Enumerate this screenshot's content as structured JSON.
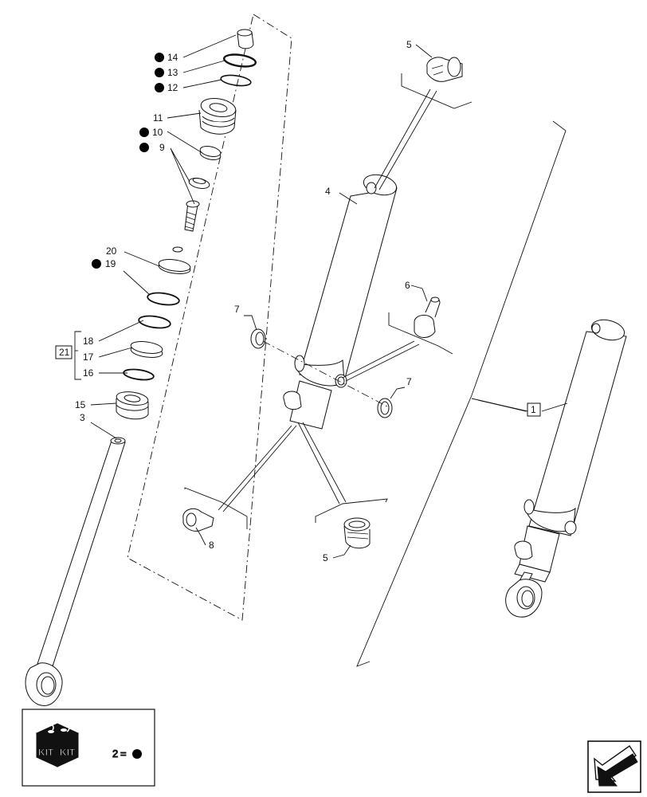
{
  "callouts": {
    "c1": "1",
    "c2": "2",
    "c3": "3",
    "c4": "4",
    "c5a": "5",
    "c5b": "5",
    "c6": "6",
    "c7a": "7",
    "c7b": "7",
    "c8": "8",
    "c9": "9",
    "c10": "10",
    "c11": "11",
    "c12": "12",
    "c13": "13",
    "c14": "14",
    "c15": "15",
    "c16": "16",
    "c17": "17",
    "c18": "18",
    "c19": "19",
    "c20": "20",
    "c21": "21"
  },
  "kit_panel": {
    "kit_word": "KIT",
    "kit_word_2": "KIT",
    "legend_equals": "="
  },
  "colors": {
    "line": "#111111",
    "fill": "#ffffff",
    "bullet": "#000000"
  },
  "icons": {
    "kit": "kit-box-icon",
    "bullet": "filled-circle-icon",
    "navigation": "arrow-down-left-icon"
  }
}
